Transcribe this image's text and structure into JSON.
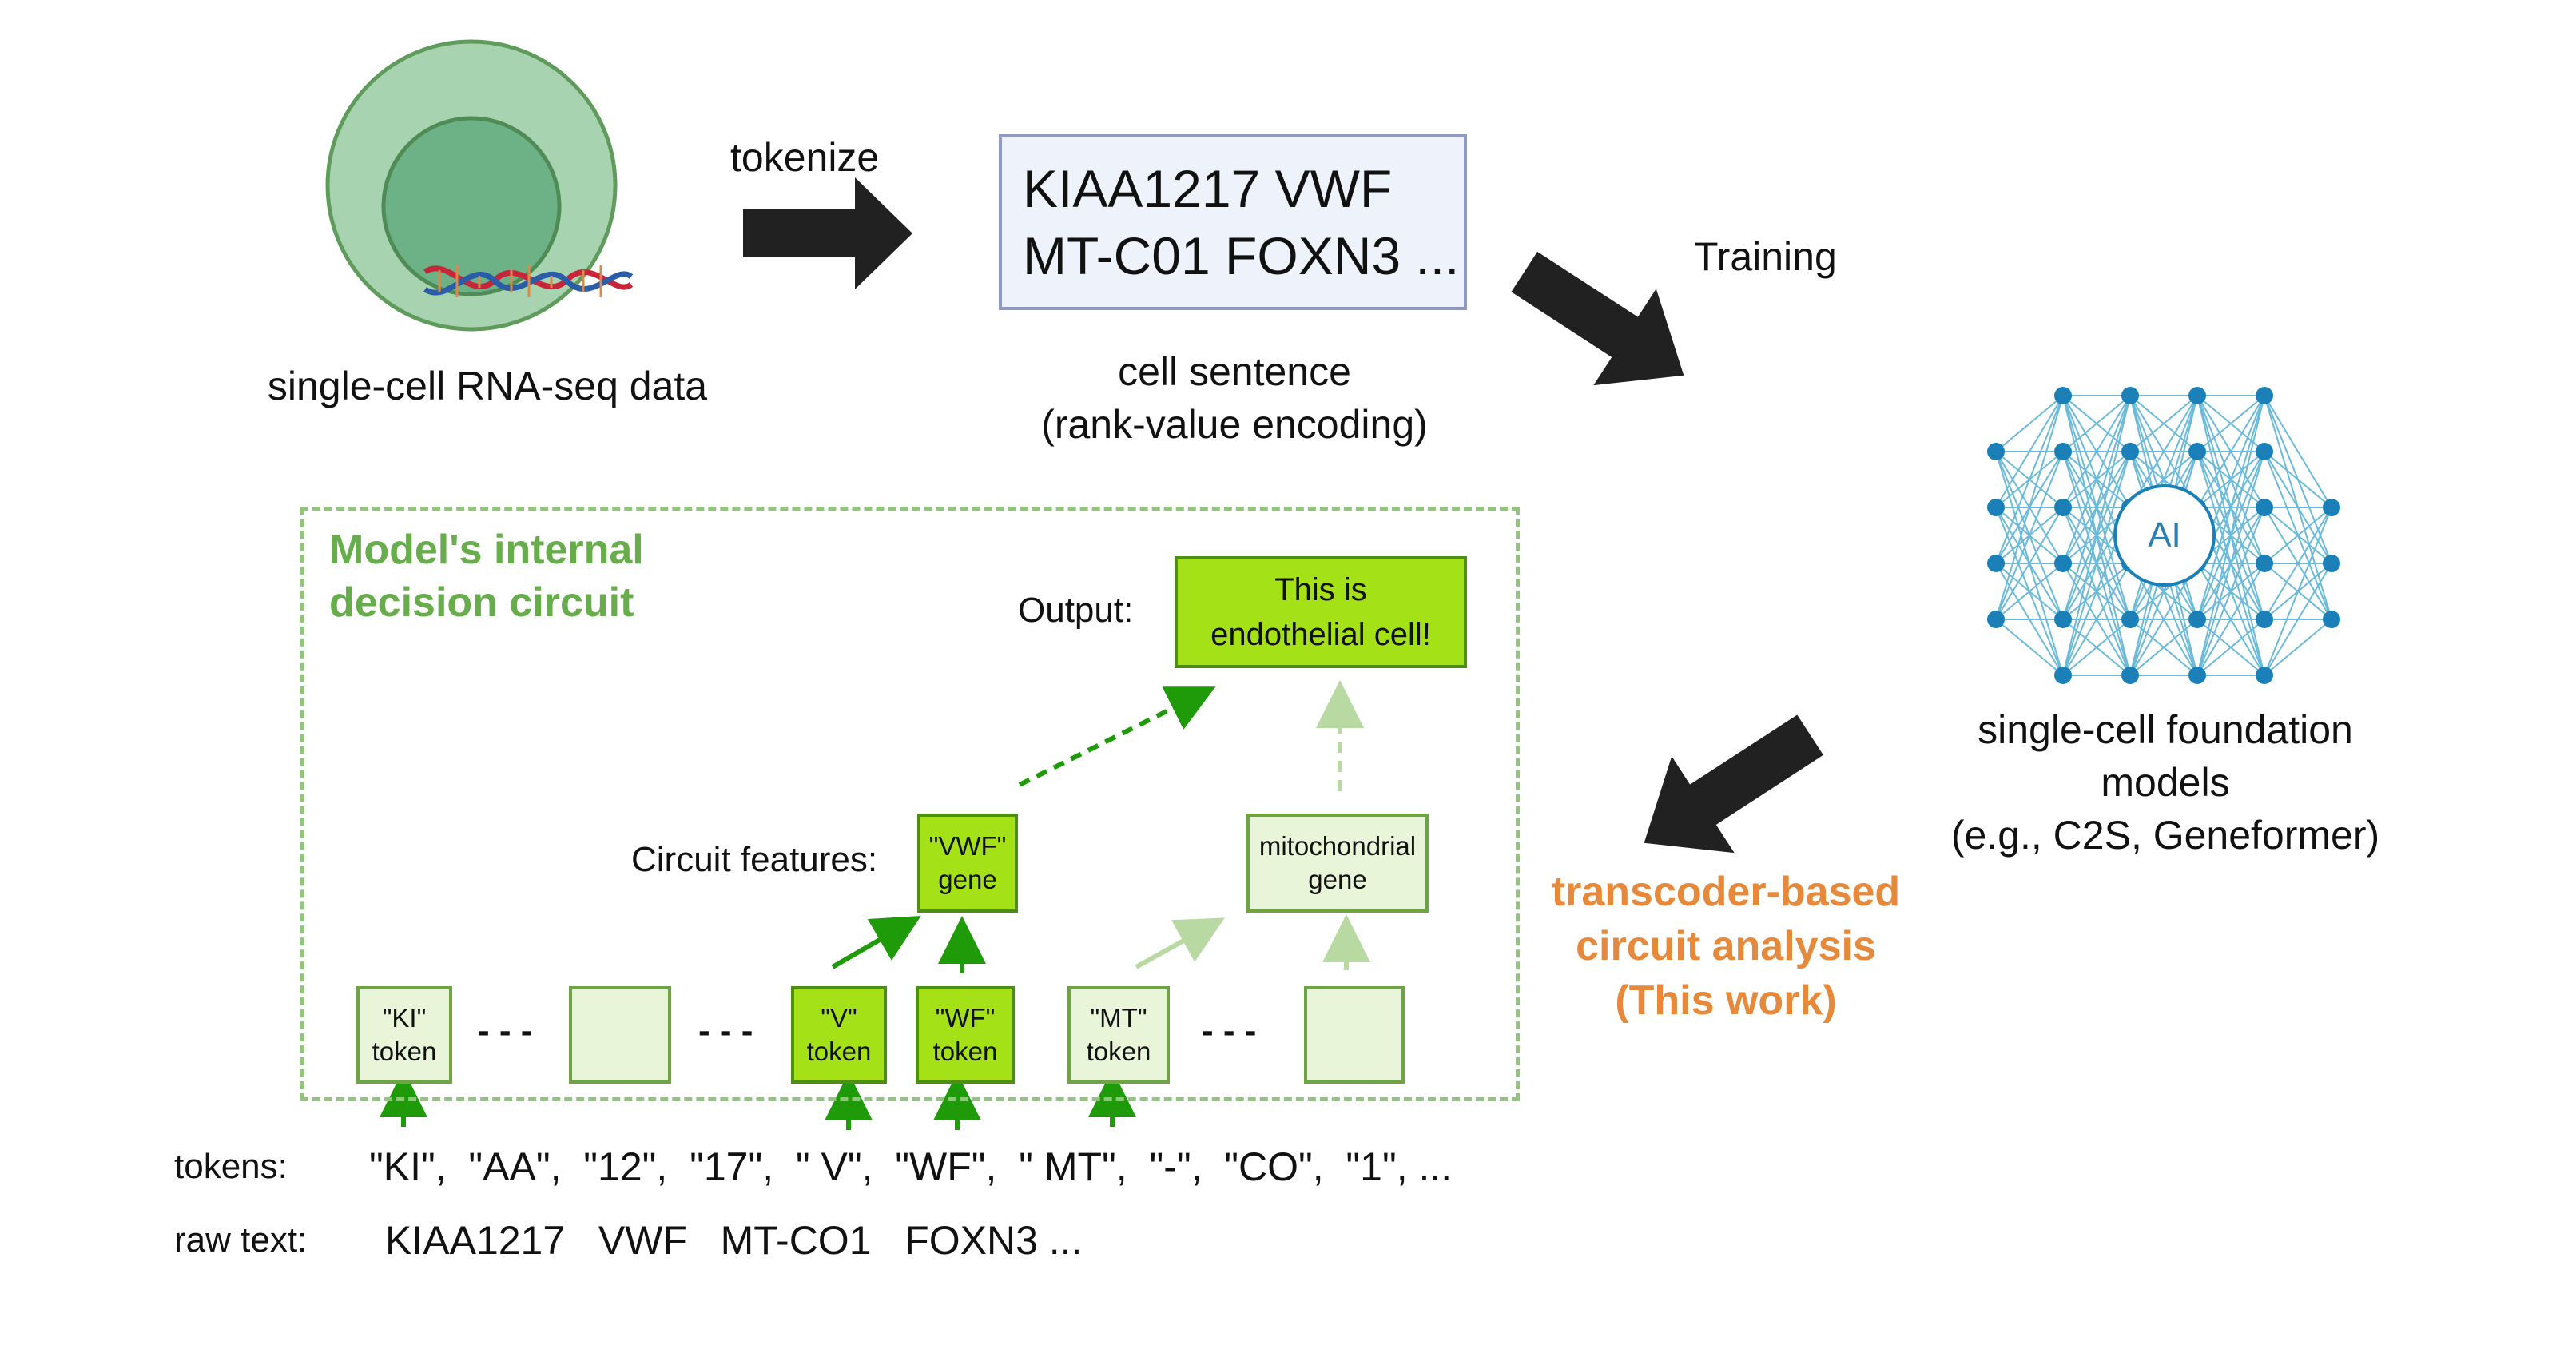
{
  "top": {
    "cell_caption": "single-cell RNA-seq data",
    "tokenize_label": "tokenize",
    "sentence_line1": "KIAA1217 VWF",
    "sentence_line2": "MT-C01 FOXN3 ...",
    "sentence_caption1": "cell sentence",
    "sentence_caption2": "(rank-value encoding)",
    "training_label": "Training",
    "ai_label": "AI",
    "model_caption1": "single-cell foundation",
    "model_caption2": "models",
    "model_caption3": "(e.g., C2S, Geneformer)"
  },
  "analysis": {
    "line1": "transcoder-based",
    "line2": "circuit analysis",
    "line3": "(This work)"
  },
  "circuit": {
    "title_line1": "Model's internal",
    "title_line2": "decision circuit",
    "output_label": "Output:",
    "output_line1": "This is",
    "output_line2": "endothelial cell!",
    "features_label": "Circuit features:",
    "feature_vwf_line1": "\"VWF\"",
    "feature_vwf_line2": "gene",
    "feature_mito_line1": "mitochondrial",
    "feature_mito_line2": "gene",
    "token_ki_line1": "\"KI\"",
    "token_ki_line2": "token",
    "token_v_line1": "\"V\"",
    "token_v_line2": "token",
    "token_wf_line1": "\"WF\"",
    "token_wf_line2": "token",
    "token_mt_line1": "\"MT\"",
    "token_mt_line2": "token",
    "ellipsis": "- - -"
  },
  "bottom": {
    "tokens_label": "tokens:",
    "tokens_text": "\"KI\",  \"AA\",  \"12\",  \"17\",  \" V\",  \"WF\",  \" MT\",  \"-\",  \"CO\",  \"1\", ...",
    "raw_label": "raw text:",
    "raw_text": "KIAA1217   VWF   MT-CO1   FOXN3 ..."
  },
  "colors": {
    "active_green": "#a4e117",
    "inactive_green": "#e8f5d8",
    "frame_green": "#92c47d",
    "title_green": "#67ad4b",
    "arrow_green": "#1f9b0a",
    "faded_arrow_green": "#b9d9a3",
    "orange": "#e6893a",
    "network_blue": "#1b7fb8",
    "sentence_box_border": "#8e9ac0",
    "sentence_box_fill": "#eef2fa"
  }
}
